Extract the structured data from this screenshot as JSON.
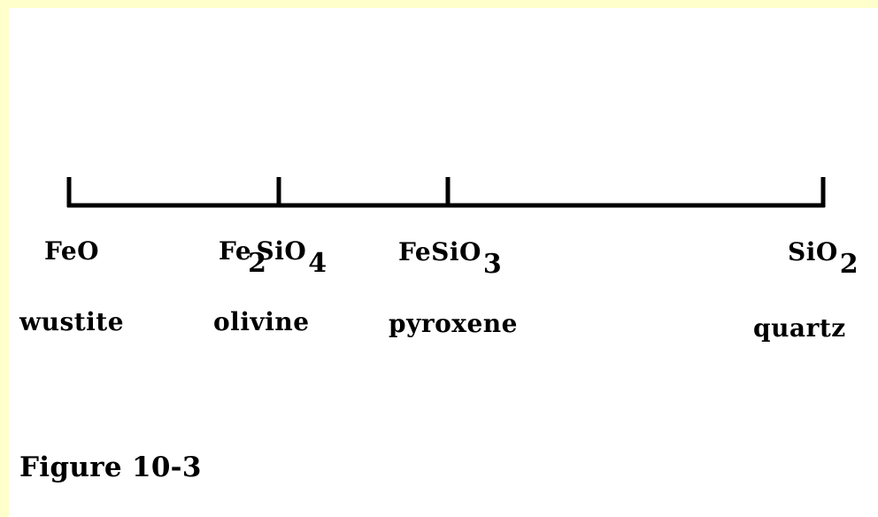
{
  "diagram": {
    "points": [
      {
        "id": "feo",
        "formula_parts": [
          "FeO"
        ],
        "mineral": "wustite"
      },
      {
        "id": "fe2sio4",
        "formula_parts": [
          "Fe",
          "2",
          "SiO",
          "4"
        ],
        "mineral": "olivine"
      },
      {
        "id": "fesio3",
        "formula_parts": [
          "FeSiO",
          "3"
        ],
        "mineral": "pyroxene"
      },
      {
        "id": "sio2",
        "formula_parts": [
          "SiO",
          "2"
        ],
        "mineral": "quartz"
      }
    ],
    "caption": "Figure 10-3"
  },
  "colors": {
    "border": "#FFFFCC",
    "background": "#FFFFFF",
    "ink": "#000000"
  }
}
